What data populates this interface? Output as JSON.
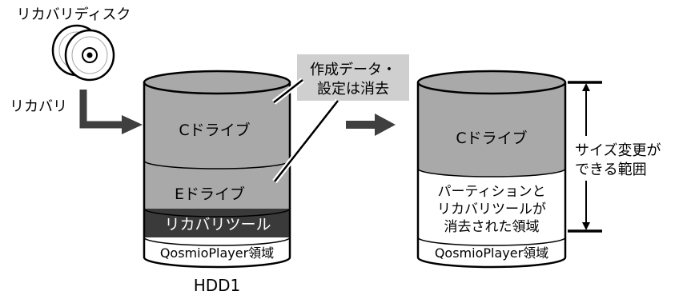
{
  "recovery": {
    "disc_label": "リカバリディスク",
    "action_label": "リカバリ"
  },
  "left_disk": {
    "c_drive": "Cドライブ",
    "e_drive": "Eドライブ",
    "recovery_tool": "リカバリツール",
    "qosmio_area": "QosmioPlayer領域",
    "caption": "HDD1"
  },
  "callout": {
    "line1": "作成データ・",
    "line2": "設定は消去"
  },
  "right_disk": {
    "c_drive": "Cドライブ",
    "erased_line1": "パーティションと",
    "erased_line2": "リカバリツールが",
    "erased_line3": "消去された領域",
    "qosmio_area": "QosmioPlayer領域"
  },
  "resize_note": {
    "line1": "サイズ変更が",
    "line2": "できる範囲"
  },
  "colors": {
    "gray": "#a9a9a9",
    "dark": "#3a3a3a",
    "callout_bg": "#cfcfcf",
    "white": "#ffffff",
    "black": "#000000"
  }
}
